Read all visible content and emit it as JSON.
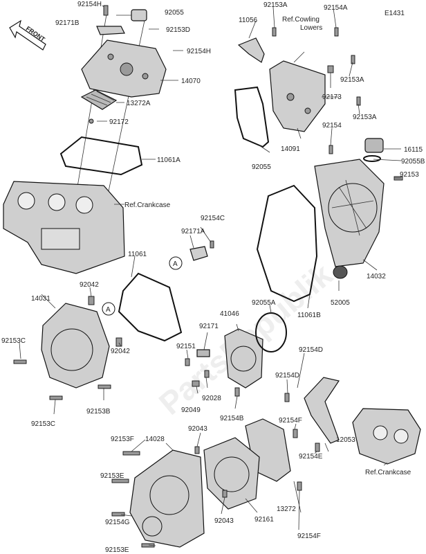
{
  "diagram_code": "E1431",
  "front_label": "FRONT",
  "watermark": "PartsRepublik",
  "parts": {
    "p92154H": "92154H",
    "p92171B": "92171B",
    "p92055": "92055",
    "p92153D": "92153D",
    "p92154H_2": "92154H",
    "p14070": "14070",
    "p13272A": "13272A",
    "p92172": "92172",
    "p11061A": "11061A",
    "p11056": "11056",
    "p92153A_top": "92153A",
    "p92154A": "92154A",
    "p92153A_mid": "92153A",
    "p92173": "92173",
    "p92153A_right": "92153A",
    "p14091": "14091",
    "p92055_left": "92055",
    "p92154_mid": "92154",
    "p16115": "16115",
    "p92055B": "92055B",
    "p92153": "92153",
    "p14032": "14032",
    "p52005": "52005",
    "p11061B": "11061B",
    "p92154C": "92154C",
    "p92171A": "92171A",
    "p11061": "11061",
    "p92042_top": "92042",
    "p14031": "14031",
    "p92153C_top": "92153C",
    "p92042_bot": "92042",
    "p92153B": "92153B",
    "p92153C_bot": "92153C",
    "p92055A": "92055A",
    "p41046": "41046",
    "p92171": "92171",
    "p92151": "92151",
    "p92154D_top": "92154D",
    "p92154D_bot": "92154D",
    "p92028": "92028",
    "p92049": "92049",
    "p92154B": "92154B",
    "p92154F_top": "92154F",
    "p12053": "12053",
    "p92153F": "92153F",
    "p14028": "14028",
    "p92043_top": "92043",
    "p92153E_top": "92153E",
    "p13272": "13272",
    "p92154E": "92154E",
    "p92154G": "92154G",
    "p92043_bot": "92043",
    "p92161": "92161",
    "p92154F_bot": "92154F",
    "p92153E_bot": "92153E"
  },
  "refs": {
    "cowling_line1": "Ref.Cowling",
    "cowling_line2": "Lowers",
    "crankcase_left": "Ref.Crankcase",
    "crankcase_right": "Ref.Crankcase"
  },
  "callouts": {
    "a_upper": "A",
    "a_lower": "A"
  }
}
